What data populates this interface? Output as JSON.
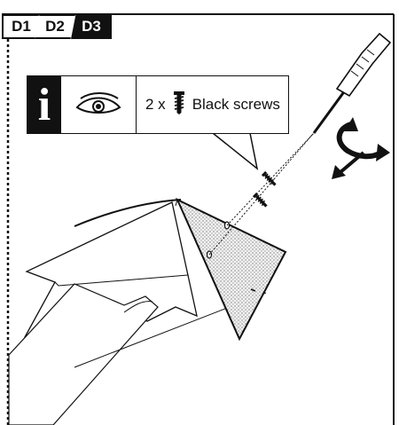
{
  "tabs": [
    {
      "label": "D1"
    },
    {
      "label": "D2"
    },
    {
      "label": "D3",
      "active": true
    }
  ],
  "info": {
    "icon": "info-icon",
    "eye_icon": "eye-icon",
    "quantity": "2 x",
    "screw_icon": "screw-icon",
    "item_label": "Black screws"
  },
  "colors": {
    "ink": "#111111",
    "panel_fill": "#dcdcdc",
    "background": "#ffffff"
  }
}
